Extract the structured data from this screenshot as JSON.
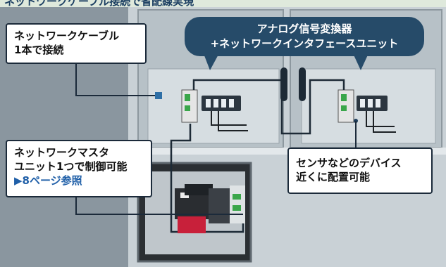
{
  "top_banner": "ネットワークケーブル接続で省配線実現",
  "callouts": {
    "cable": {
      "line1": "ネットワークケーブル",
      "line2": "1本で接続"
    },
    "master": {
      "line1": "ネットワークマスタ",
      "line2": "ユニット1つで制御可能",
      "ref": "▶8ページ参照"
    },
    "sensor": {
      "line1": "センサなどのデバイス",
      "line2": "近くに配置可能"
    },
    "unit": {
      "line1": "アナログ信号変換器",
      "line2": "+ネットワークインタフェースユニット"
    }
  },
  "colors": {
    "bubble": "#264b69",
    "cable": "#1d3d5c",
    "accent_green": "#3aa64a",
    "plc_red": "#c8203a"
  }
}
